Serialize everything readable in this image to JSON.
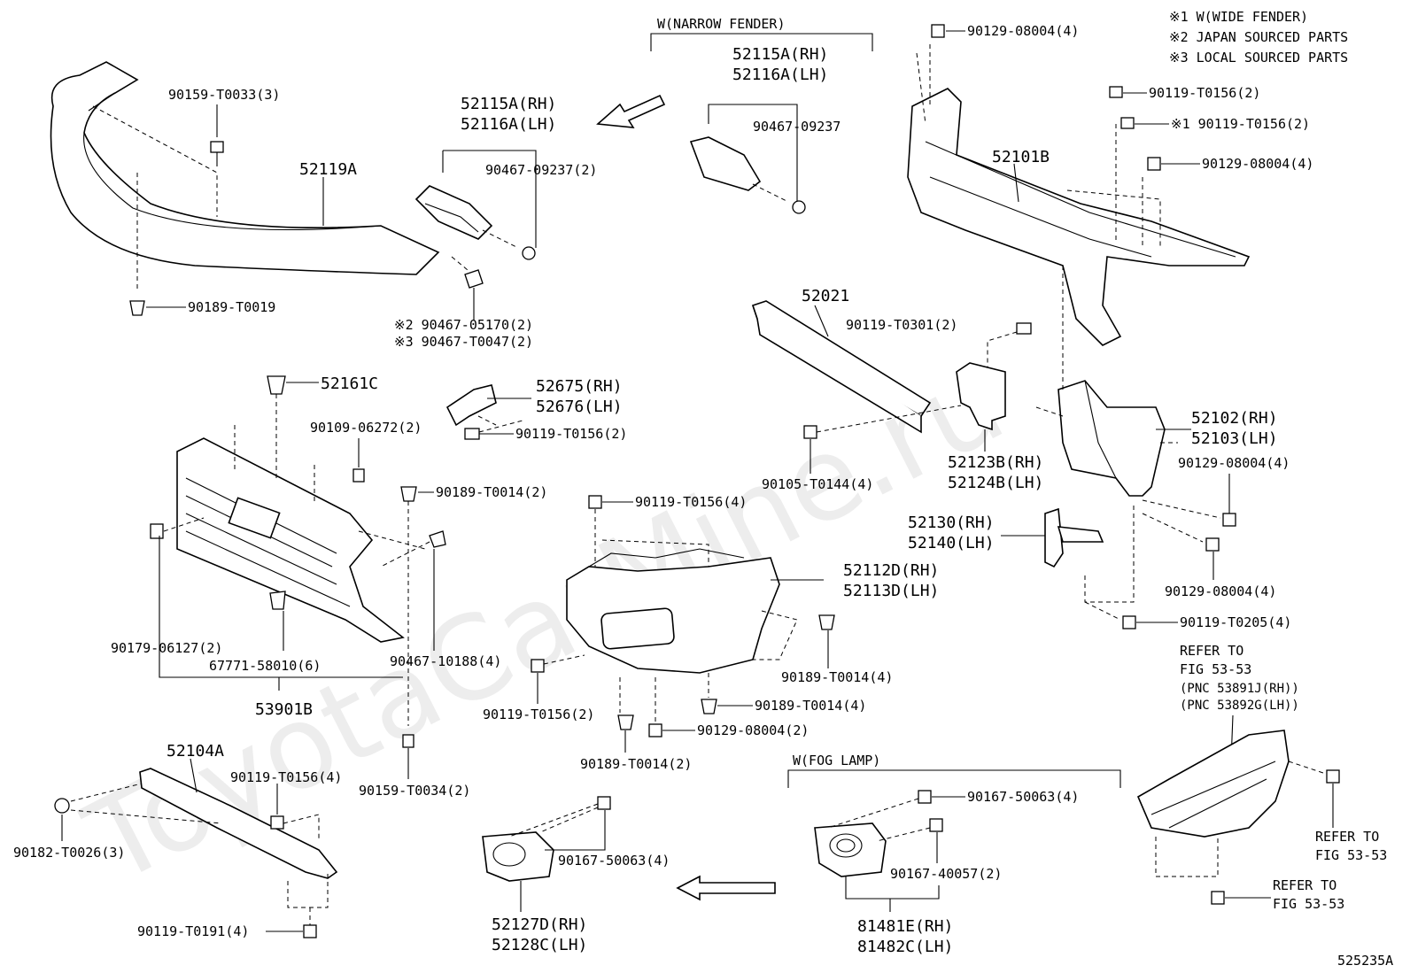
{
  "watermark": "ToyotaCarMine.ru",
  "notes": [
    "※1 W(WIDE FENDER)",
    "※2 JAPAN SOURCED PARTS",
    "※3 LOCAL SOURCED PARTS"
  ],
  "figure_code": "525235A",
  "group_labels": {
    "narrow_fender": "W(NARROW FENDER)",
    "fog_lamp": "W(FOG LAMP)"
  },
  "parts": {
    "p52119A": "52119A",
    "p90159_T0033": "90159-T0033(3)",
    "p90189_T0019": "90189-T0019",
    "p52115A_a": "52115A(RH)",
    "p52116A_a": "52116A(LH)",
    "p90467_09237_2": "90467-09237(2)",
    "p90467_05170": "※2 90467-05170(2)",
    "p90467_T0047": "※3 90467-T0047(2)",
    "p52115A_b": "52115A(RH)",
    "p52116A_b": "52116A(LH)",
    "p90467_09237": "90467-09237",
    "p90129_08004_top": "90129-08004(4)",
    "p90119_T0156_a": "90119-T0156(2)",
    "p90119_T0156_b": "※1 90119-T0156(2)",
    "p90129_08004_b": "90129-08004(4)",
    "p52101B": "52101B",
    "p52021": "52021",
    "p90119_T0301": "90119-T0301(2)",
    "p90105_T0144": "90105-T0144(4)",
    "p52123B": "52123B(RH)",
    "p52124B": "52124B(LH)",
    "p52102": "52102(RH)",
    "p52103": "52103(LH)",
    "p90129_08004_c": "90129-08004(4)",
    "p52130": "52130(RH)",
    "p52140": "52140(LH)",
    "p90129_08004_d": "90129-08004(4)",
    "p90119_T0205": "90119-T0205(4)",
    "p52161C": "52161C",
    "p52675": "52675(RH)",
    "p52676": "52676(LH)",
    "p90119_T0156_c": "90119-T0156(2)",
    "p90109_06272": "90109-06272(2)",
    "p90189_T0014_a": "90189-T0014(2)",
    "p90119_T0156_d": "90119-T0156(4)",
    "p52112D": "52112D(RH)",
    "p52113D": "52113D(LH)",
    "p90179_06127": "90179-06127(2)",
    "p67771_58010": "67771-58010(6)",
    "p90467_10188": "90467-10188(4)",
    "p53901B": "53901B",
    "p90189_T0014_b": "90189-T0014(4)",
    "p90119_T0156_e": "90119-T0156(2)",
    "p90189_T0014_c": "90189-T0014(4)",
    "p90129_08004_e": "90129-08004(2)",
    "p90189_T0014_d": "90189-T0014(2)",
    "p52104A": "52104A",
    "p90119_T0156_f": "90119-T0156(4)",
    "p90182_T0026": "90182-T0026(3)",
    "p90159_T0034": "90159-T0034(2)",
    "p90119_T0191": "90119-T0191(4)",
    "p90167_50063_a": "90167-50063(4)",
    "p52127D": "52127D(RH)",
    "p52128C": "52128C(LH)",
    "p90167_50063_b": "90167-50063(4)",
    "p90167_40057": "90167-40057(2)",
    "p81481E": "81481E(RH)",
    "p81482C": "81482C(LH)",
    "refer_a1": "REFER TO",
    "refer_a2": "FIG 53-53",
    "refer_a3": "(PNC 53891J(RH))",
    "refer_a4": "(PNC 53892G(LH))",
    "refer_b1": "REFER TO",
    "refer_b2": "FIG 53-53",
    "refer_c1": "REFER TO",
    "refer_c2": "FIG 53-53"
  }
}
